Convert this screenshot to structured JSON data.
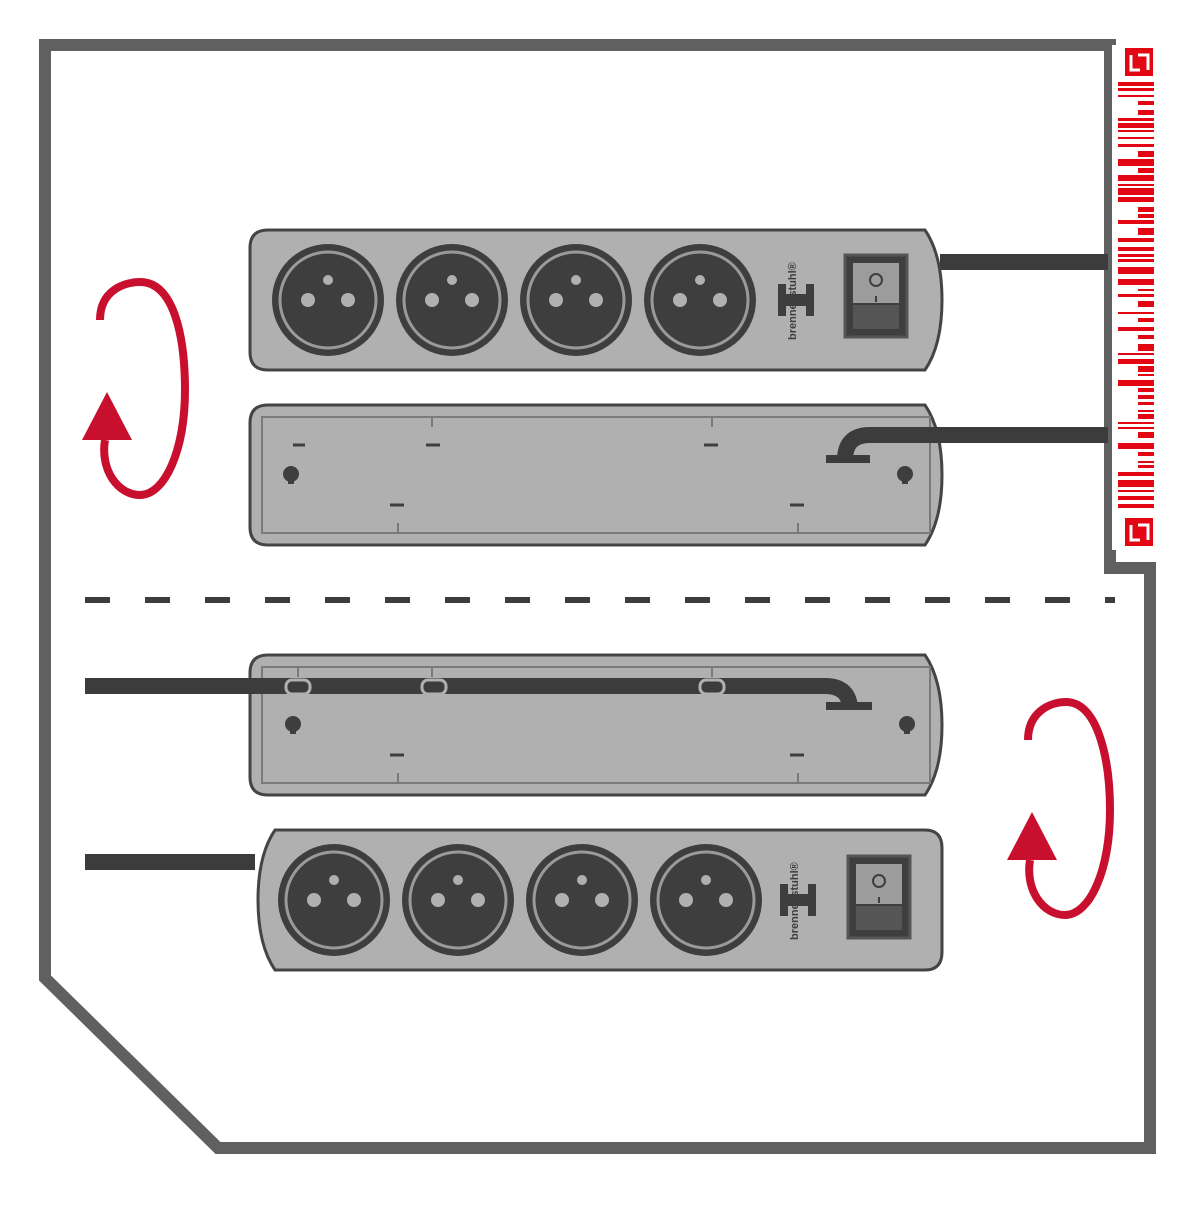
{
  "brand": {
    "wordmark": "brennenstuhl®"
  },
  "colors": {
    "frame": "#606060",
    "housing_fill": "#b0b0b0",
    "housing_stroke": "#444444",
    "socket_dark": "#3e3e3e",
    "socket_ring": "#9a9a9a",
    "cable": "#3c3c3c",
    "arrow_red": "#c8102e",
    "barcode_red": "#e30613"
  },
  "panels": {
    "top": {
      "front_view": {
        "socket_count": 4,
        "has_switch": true,
        "cable_side": "right"
      },
      "back_view": {
        "cable_side": "right"
      },
      "rotation_arrow": "rotate-arrow-left"
    },
    "bottom": {
      "back_view": {
        "cable_side": "left"
      },
      "front_view": {
        "socket_count": 4,
        "has_switch": true,
        "cable_side": "left"
      },
      "rotation_arrow": "rotate-arrow-right"
    }
  }
}
